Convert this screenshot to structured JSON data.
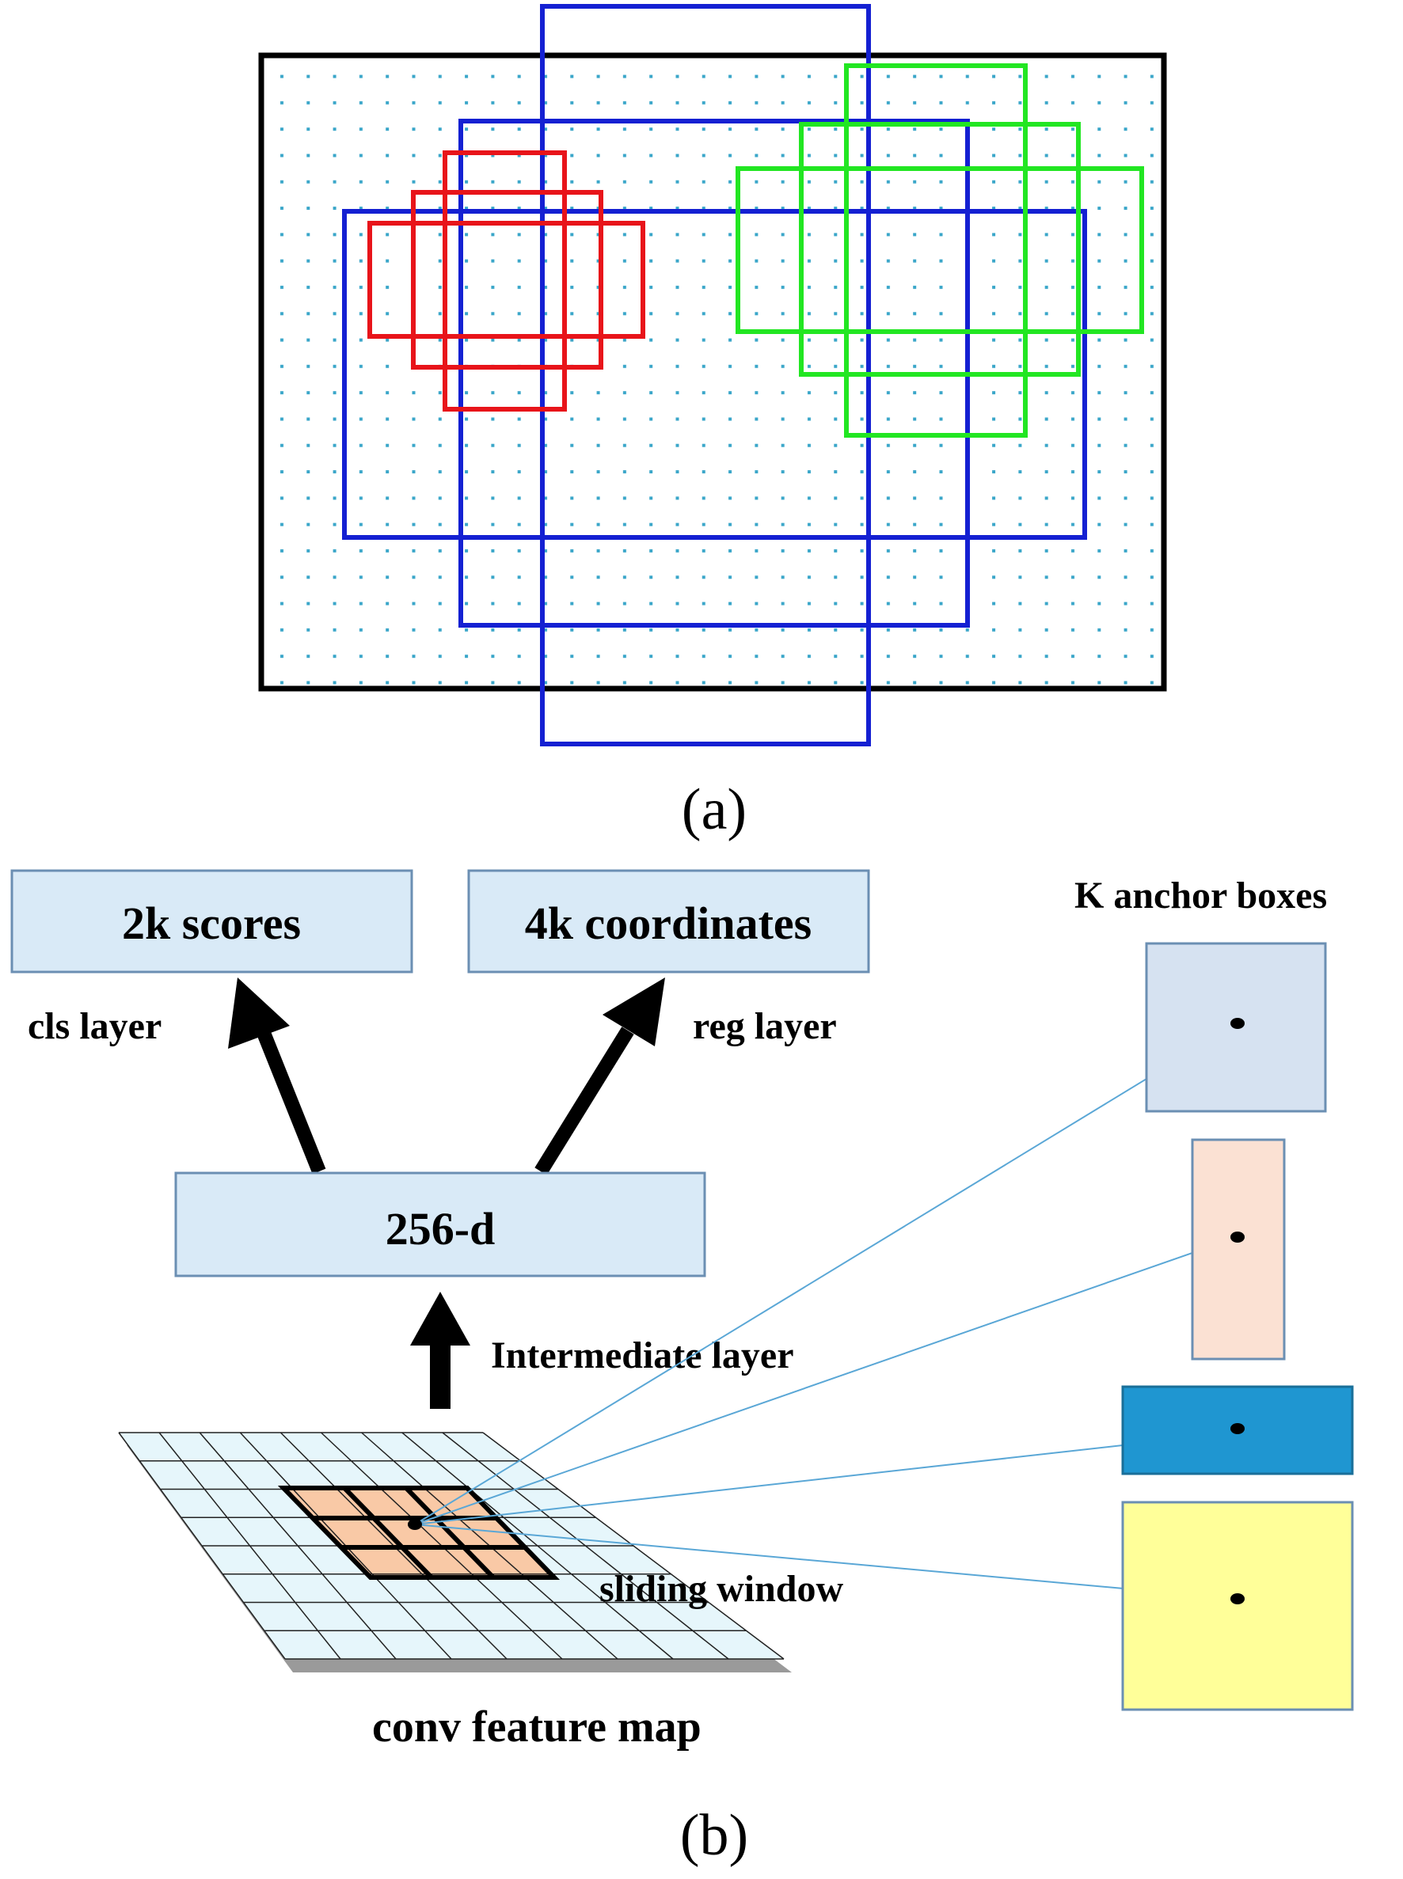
{
  "panel_a": {
    "caption": "(a)",
    "colors": {
      "frame": "#000000",
      "dot": "#3aa6c9",
      "small_boxes": "#e8141a",
      "medium_boxes": "#22e622",
      "large_boxes": "#1420d2"
    }
  },
  "panel_b": {
    "caption": "(b)",
    "scores_box": "2k scores",
    "coords_box": "4k coordinates",
    "cls_label": "cls layer",
    "reg_label": "reg layer",
    "intermediate_box": "256-d",
    "intermediate_label": "Intermediate layer",
    "sliding_window_label": "sliding window",
    "feature_map_label": "conv feature map",
    "anchors_title": "K anchor boxes",
    "colors": {
      "layer_box_fill": "#d9eaf7",
      "layer_box_stroke": "#6b8fb3",
      "grid_fill": "#e6f6fb",
      "window_fill": "#f9c9a6",
      "connector": "#5aa7d6",
      "anchor_fills": [
        "#d6e2f1",
        "#fbe1d3",
        "#1f96d1",
        "#ffff99"
      ]
    }
  }
}
